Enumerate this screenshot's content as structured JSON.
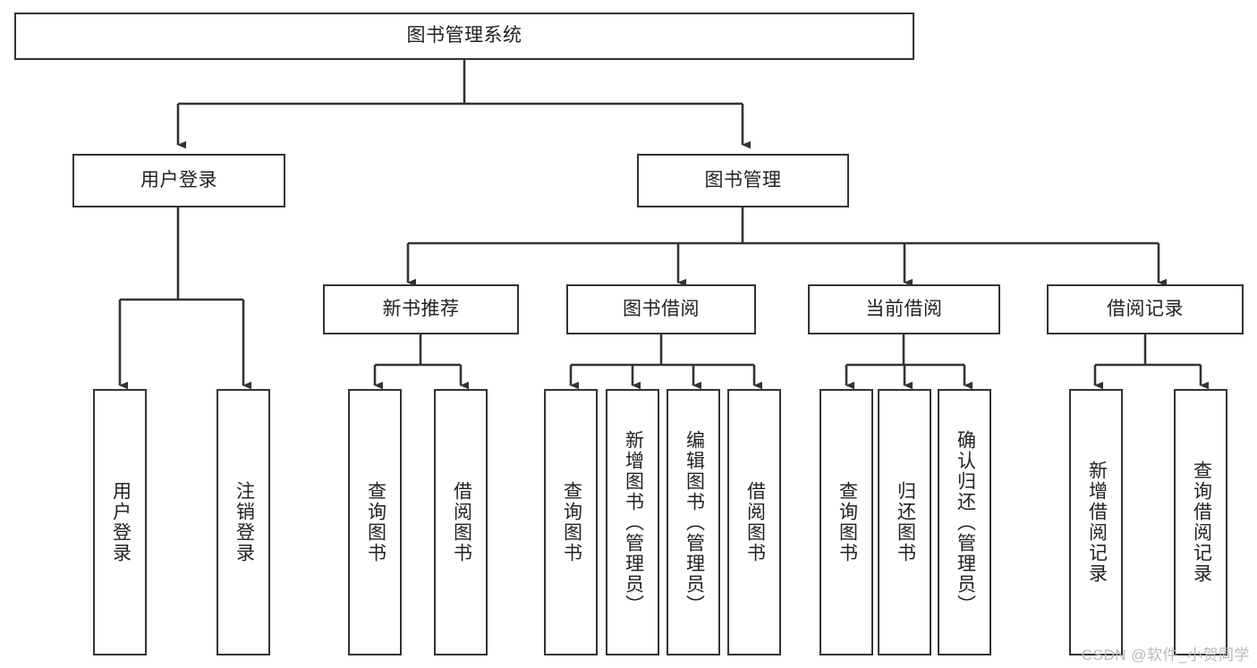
{
  "diagram": {
    "title": "图书管理系统",
    "type": "tree",
    "style": {
      "box_fill": "#ffffff",
      "box_stroke": "#333333",
      "edge_stroke": "#333333",
      "text_color": "#222222",
      "background": "#ffffff"
    }
  },
  "nodes": {
    "root": {
      "label": "图书管理系统",
      "level": 0
    },
    "level1": [
      {
        "id": "user-login",
        "label": "用户登录"
      },
      {
        "id": "book-manage",
        "label": "图书管理"
      }
    ],
    "level2": [
      {
        "id": "new-book-recommend",
        "label": "新书推荐"
      },
      {
        "id": "book-borrow",
        "label": "图书借阅"
      },
      {
        "id": "current-borrow",
        "label": "当前借阅"
      },
      {
        "id": "borrow-record",
        "label": "借阅记录"
      }
    ],
    "leaves": {
      "user-login": [
        {
          "id": "leaf-user-login",
          "label": "用户登录"
        },
        {
          "id": "leaf-logout-login",
          "label": "注销登录"
        }
      ],
      "new-book-recommend": [
        {
          "id": "leaf-query-book-1",
          "label": "查询图书"
        },
        {
          "id": "leaf-borrow-book-1",
          "label": "借阅图书"
        }
      ],
      "book-borrow": [
        {
          "id": "leaf-query-book-2",
          "label": "查询图书"
        },
        {
          "id": "leaf-add-book",
          "label": "新增图书（管理员）"
        },
        {
          "id": "leaf-edit-book",
          "label": "编辑图书（管理员）"
        },
        {
          "id": "leaf-borrow-book-2",
          "label": "借阅图书"
        }
      ],
      "current-borrow": [
        {
          "id": "leaf-query-book-3",
          "label": "查询图书"
        },
        {
          "id": "leaf-return-book",
          "label": "归还图书"
        },
        {
          "id": "leaf-confirm-return",
          "label": "确认归还（管理员）"
        }
      ],
      "borrow-record": [
        {
          "id": "leaf-add-record",
          "label": "新增借阅记录"
        },
        {
          "id": "leaf-query-record",
          "label": "查询借阅记录"
        }
      ]
    }
  },
  "watermark": {
    "text": "CSDN @软件_小贺同学"
  }
}
